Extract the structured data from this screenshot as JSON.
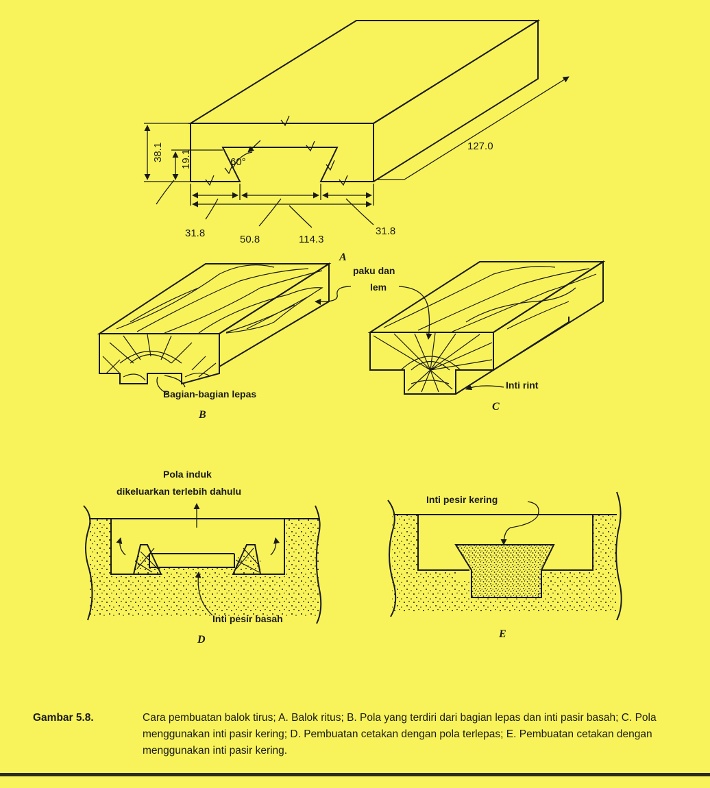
{
  "figure_a": {
    "label": "A",
    "angle": "60°",
    "dims": {
      "height": "38.1",
      "groove_depth": "19.1",
      "length": "127.0",
      "left_flange": "31.8",
      "groove_width": "50.8",
      "total_width": "114.3",
      "right_flange": "31.8"
    }
  },
  "figure_b": {
    "label": "B",
    "callout_loose": "Bagian-bagian lepas"
  },
  "shared_callout": {
    "line1": "paku dan",
    "line2": "lem"
  },
  "figure_c": {
    "label": "C",
    "callout_core": "Inti  rint"
  },
  "figure_d": {
    "label": "D",
    "callout_pattern_line1": "Pola induk",
    "callout_pattern_line2": "dikeluarkan terlebih dahulu",
    "callout_core": "Inti pesir basah"
  },
  "figure_e": {
    "label": "E",
    "callout_core": "Inti pesir kering"
  },
  "caption": {
    "tag": "Gambar 5.8.",
    "text": "Cara pembuatan balok tirus; A. Balok ritus; B. Pola yang terdiri dari bagian lepas dan inti pasir basah; C. Pola menggunakan inti pasir kering; D. Pembuatan cetakan dengan pola terlepas; E. Pembuatan cetakan dengan menggunakan inti pasir kering."
  },
  "colors": {
    "paper": "#f8f35a",
    "ink": "#1a1a1a"
  }
}
